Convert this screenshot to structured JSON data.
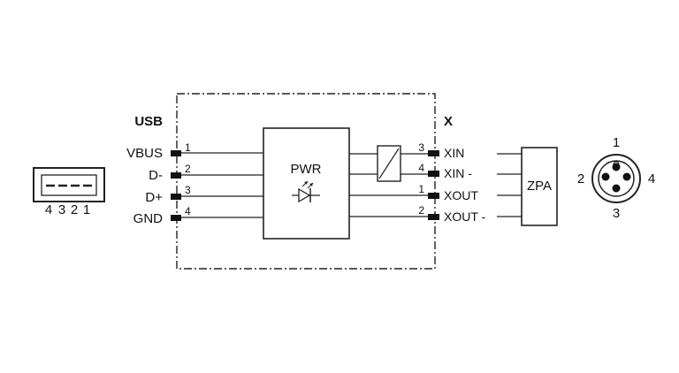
{
  "usb_connector": {
    "pin_numbers": [
      "4",
      "3",
      "2",
      "1"
    ]
  },
  "usb_side": {
    "header": "USB",
    "signals": [
      {
        "name": "VBUS",
        "pin": "1"
      },
      {
        "name": "D-",
        "pin": "2"
      },
      {
        "name": "D+",
        "pin": "3"
      },
      {
        "name": "GND",
        "pin": "4"
      }
    ]
  },
  "module": {
    "label": "PWR",
    "led_icon": "led-diode-icon"
  },
  "x_side": {
    "header": "X",
    "signals": [
      {
        "name": "XIN",
        "pin": "3"
      },
      {
        "name": "XIN -",
        "pin": "4"
      },
      {
        "name": "XOUT",
        "pin": "1"
      },
      {
        "name": "XOUT -",
        "pin": "2"
      }
    ]
  },
  "isolation_icon": "galvanic-isolator-icon",
  "zpa": {
    "label": "ZPA"
  },
  "m8_connector": {
    "pins": [
      "1",
      "2",
      "4",
      "3"
    ]
  }
}
